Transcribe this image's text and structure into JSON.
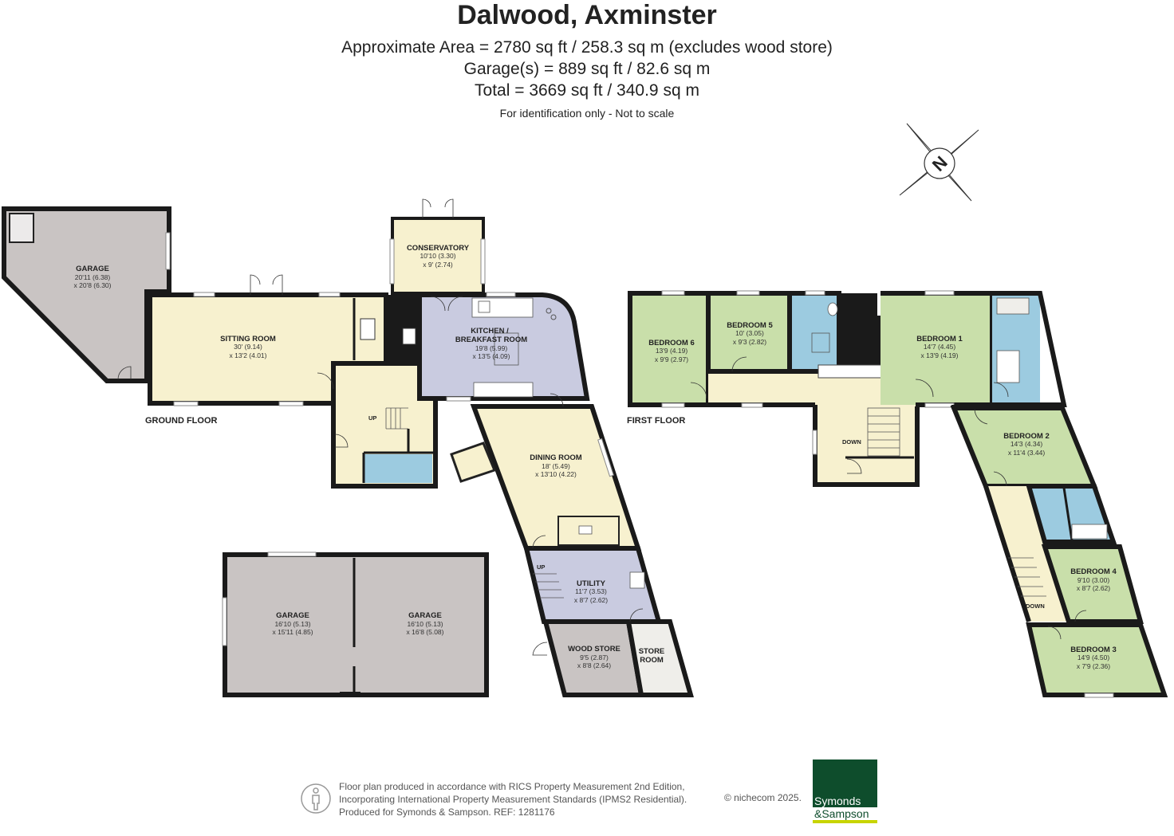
{
  "header": {
    "title": "Dalwood, Axminster",
    "area_line1": "Approximate Area = 2780 sq ft / 258.3 sq m (excludes wood store)",
    "area_line2": "Garage(s) = 889 sq ft / 82.6 sq m",
    "area_line3": "Total = 3669 sq ft / 340.9 sq m",
    "note": "For identification only - Not to scale"
  },
  "compass": {
    "label": "N"
  },
  "floors": {
    "ground": "GROUND FLOOR",
    "first": "FIRST FLOOR"
  },
  "rooms": {
    "garage_main": {
      "name": "GARAGE",
      "dim1": "20'11 (6.38)",
      "dim2": "x 20'8 (6.30)"
    },
    "sitting": {
      "name": "SITTING ROOM",
      "dim1": "30' (9.14)",
      "dim2": "x 13'2 (4.01)"
    },
    "conservatory": {
      "name": "CONSERVATORY",
      "dim1": "10'10 (3.30)",
      "dim2": "x 9' (2.74)"
    },
    "kitchen": {
      "name1": "KITCHEN /",
      "name2": "BREAKFAST ROOM",
      "dim1": "19'8 (5.99)",
      "dim2": "x 13'5 (4.09)"
    },
    "dining": {
      "name": "DINING ROOM",
      "dim1": "18' (5.49)",
      "dim2": "x 13'10 (4.22)"
    },
    "utility": {
      "name": "UTILITY",
      "dim1": "11'7 (3.53)",
      "dim2": "x 8'7 (2.62)"
    },
    "wood_store": {
      "name": "WOOD STORE",
      "dim1": "9'5 (2.87)",
      "dim2": "x 8'8 (2.64)"
    },
    "store_room": {
      "name1": "STORE",
      "name2": "ROOM"
    },
    "garage_a": {
      "name": "GARAGE",
      "dim1": "16'10 (5.13)",
      "dim2": "x 15'11 (4.85)"
    },
    "garage_b": {
      "name": "GARAGE",
      "dim1": "16'10 (5.13)",
      "dim2": "x 16'8 (5.08)"
    },
    "bedroom6": {
      "name": "BEDROOM 6",
      "dim1": "13'9 (4.19)",
      "dim2": "x 9'9 (2.97)"
    },
    "bedroom5": {
      "name": "BEDROOM 5",
      "dim1": "10' (3.05)",
      "dim2": "x 9'3 (2.82)"
    },
    "bedroom1": {
      "name": "BEDROOM 1",
      "dim1": "14'7 (4.45)",
      "dim2": "x 13'9 (4.19)"
    },
    "bedroom2": {
      "name": "BEDROOM 2",
      "dim1": "14'3 (4.34)",
      "dim2": "x 11'4 (3.44)"
    },
    "bedroom4": {
      "name": "BEDROOM 4",
      "dim1": "9'10 (3.00)",
      "dim2": "x 8'7 (2.62)"
    },
    "bedroom3": {
      "name": "BEDROOM 3",
      "dim1": "14'9 (4.50)",
      "dim2": "x 7'9 (2.36)"
    }
  },
  "stairs": {
    "up": "UP",
    "down": "DOWN"
  },
  "footer": {
    "line1": "Floor plan produced in accordance with RICS Property Measurement 2nd Edition,",
    "line2": "Incorporating International Property Measurement Standards (IPMS2 Residential).",
    "line3": "Produced for Symonds & Sampson.   REF:  1281176",
    "copyright": "© nichecom 2025."
  },
  "logo": {
    "line1": "Symonds",
    "line2": "&Sampson"
  },
  "colors": {
    "garage": "#c9c4c3",
    "living": "#f7f1cf",
    "kitchen": "#c9cbe0",
    "bedroom": "#c9dfaa",
    "bathroom": "#9ccbe0",
    "wall": "#1a1a1a"
  }
}
